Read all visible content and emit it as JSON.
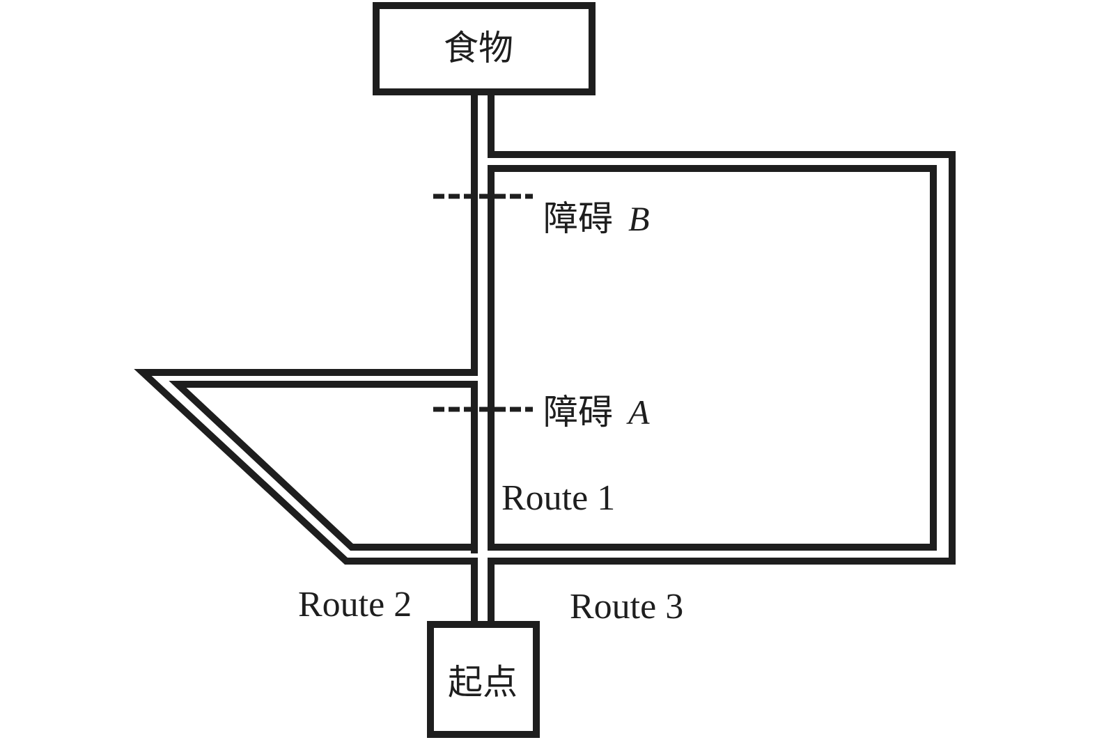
{
  "food_box": {
    "label": "食物"
  },
  "start_box": {
    "label": "起点"
  },
  "obstacles": [
    {
      "label": "障碍",
      "id": "B"
    },
    {
      "label": "障碍",
      "id": "A"
    }
  ],
  "routes": [
    {
      "label": "Route 1"
    },
    {
      "label": "Route 2"
    },
    {
      "label": "Route 3"
    }
  ],
  "colors": {
    "line": "#1e1e1e",
    "background": "#ffffff"
  }
}
